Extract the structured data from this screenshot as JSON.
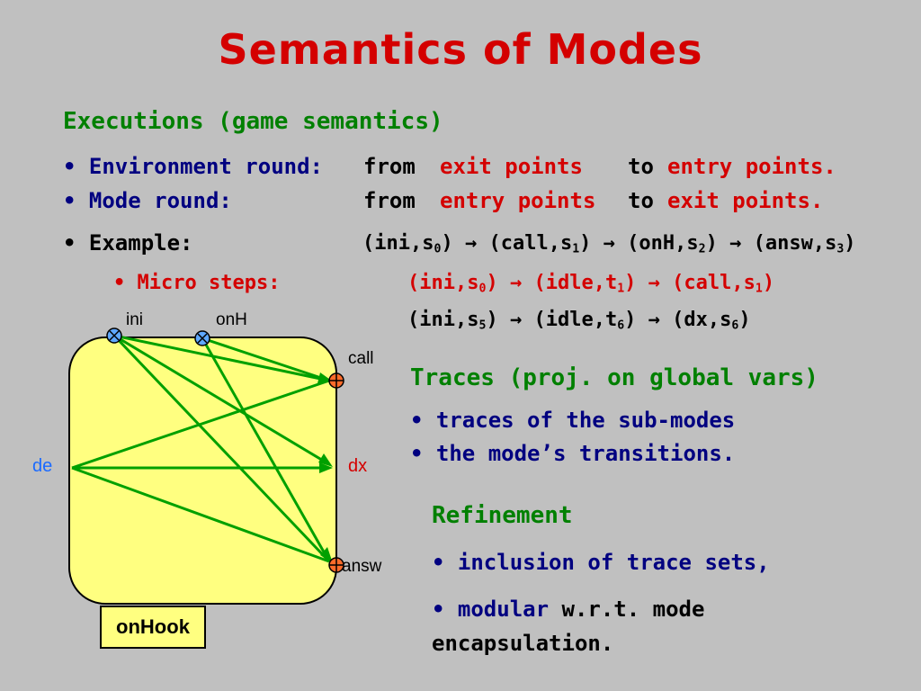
{
  "title": "Semantics of Modes",
  "executions_heading": "Executions (game semantics)",
  "bullet": "•",
  "rounds": [
    {
      "label": "Environment round:",
      "from": "from",
      "src": "exit points",
      "to": "to",
      "dst": "entry points."
    },
    {
      "label": "Mode round:",
      "from": "from",
      "src": "entry points",
      "to": "to",
      "dst": "exit points."
    }
  ],
  "example": {
    "label": "Example:",
    "arrow": "→",
    "seq": [
      [
        "ini",
        "0",
        "s"
      ],
      [
        "call",
        "1",
        "s"
      ],
      [
        "onH",
        "2",
        "s"
      ],
      [
        "answ",
        "3",
        "s"
      ]
    ]
  },
  "micro": {
    "label": "Micro steps:",
    "line1": [
      [
        "ini",
        "0",
        "s"
      ],
      [
        "idle",
        "1",
        "t"
      ],
      [
        "call",
        "1",
        "s"
      ]
    ],
    "line2": [
      [
        "ini",
        "5",
        "s"
      ],
      [
        "idle",
        "6",
        "t"
      ],
      [
        "dx",
        "6",
        "s"
      ]
    ]
  },
  "traces_heading": "Traces (proj. on global vars)",
  "traces_items": [
    "traces of the sub-modes",
    "the mode’s transitions."
  ],
  "refinement_heading": "Refinement",
  "refinement_item1": "inclusion of trace sets,",
  "refinement_item2": {
    "highlight": "modular",
    "rest": " w.r.t. mode",
    "line2": "encapsulation."
  },
  "diagram": {
    "mode_name": "onHook",
    "entry_points": [
      "ini",
      "onH",
      "de"
    ],
    "exit_points": [
      "call",
      "dx",
      "answ"
    ],
    "colors": {
      "mode_fill": "#ffff80",
      "transition": "#00a000",
      "entry_fill": "#5fa8ff",
      "exit_fill": "#ff6b2a"
    }
  }
}
